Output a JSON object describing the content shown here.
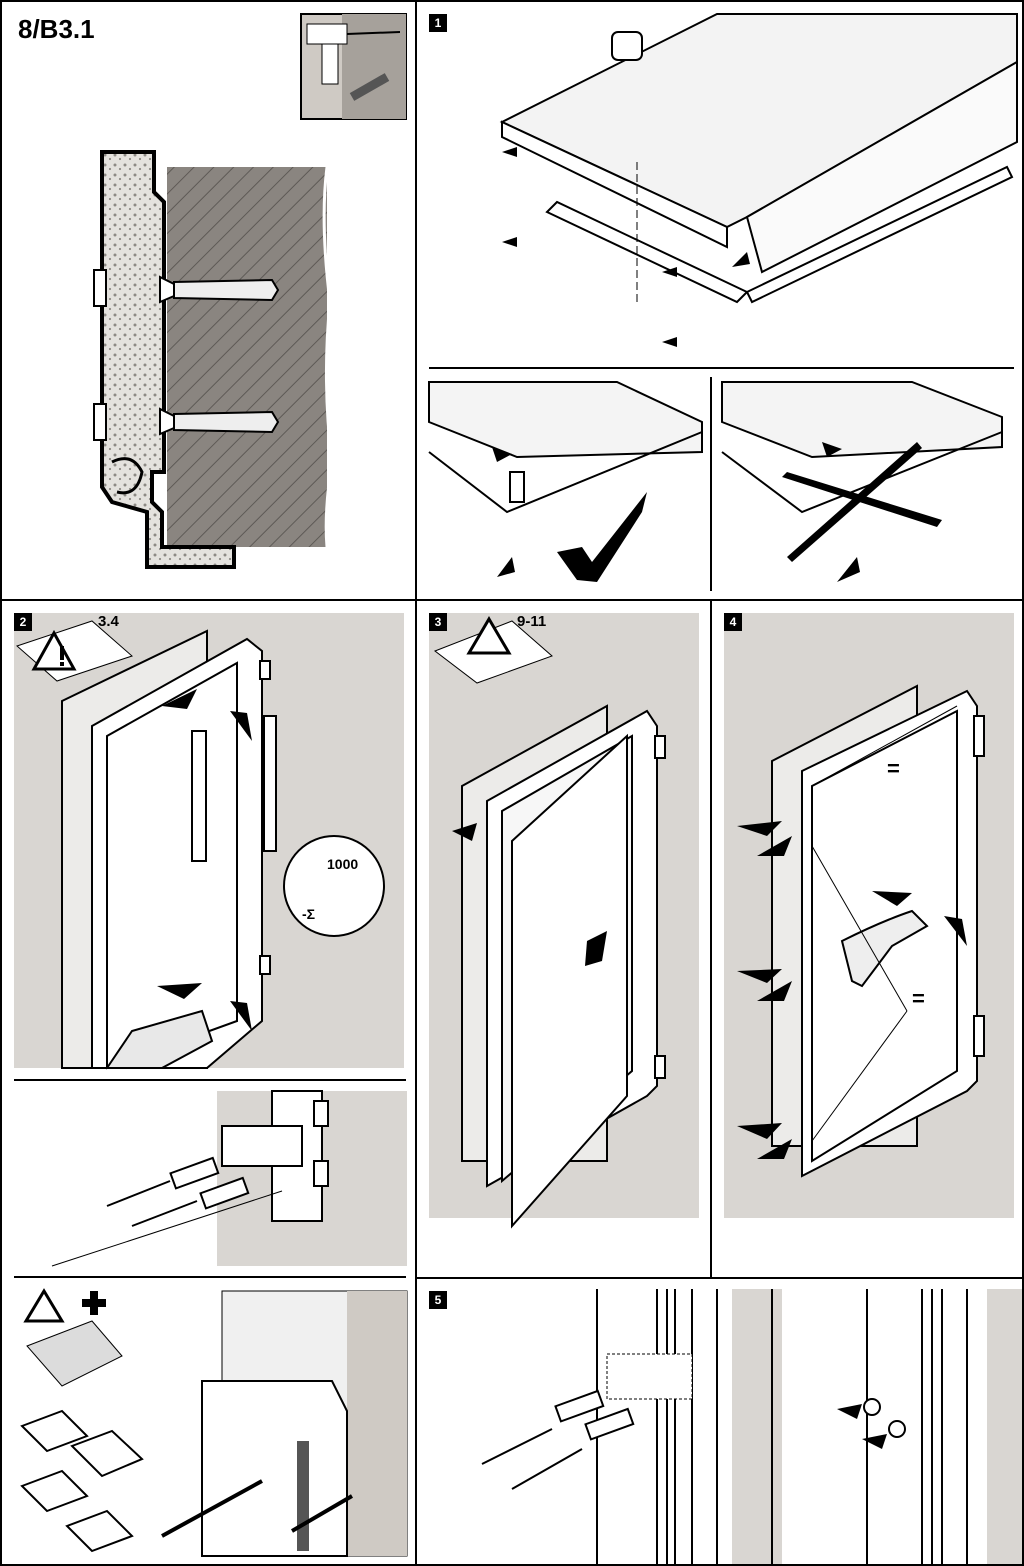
{
  "page": {
    "title": "8/B3.1"
  },
  "steps": {
    "s1": "1",
    "s2": "2",
    "s3": "3",
    "s4": "4",
    "s5": "5"
  },
  "warnings": {
    "w2": "3.4",
    "w3": "9-11"
  },
  "callouts": {
    "level_mark": "1000",
    "level_symbol": "-Σ",
    "equal_sign": "="
  }
}
